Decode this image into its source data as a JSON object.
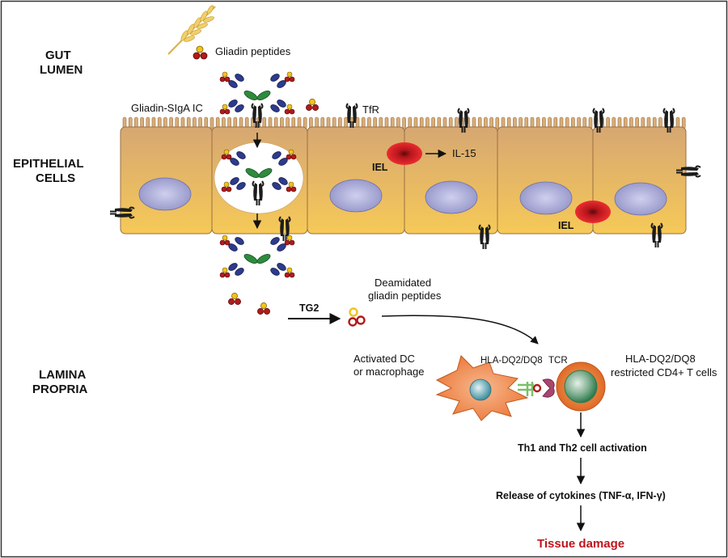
{
  "regions": {
    "gut_lumen": [
      "GUT",
      "LUMEN"
    ],
    "epithelial": [
      "EPITHELIAL",
      "CELLS"
    ],
    "lamina": [
      "LAMINA",
      "PROPRIA"
    ]
  },
  "labels": {
    "gliadin_peptides": "Gliadin peptides",
    "gliadin_sIgA_ic": "Gliadin-SIgA IC",
    "tfr": "TfR",
    "il15": "IL-15",
    "iel_1": "IEL",
    "iel_2": "IEL",
    "tg2": "TG2",
    "deamidated": [
      "Deamidated",
      "gliadin peptides"
    ],
    "activated_dc": [
      "Activated DC",
      "or macrophage"
    ],
    "hla_dq": "HLA-DQ2/DQ8",
    "tcr": "TCR",
    "cd4_cells": [
      "HLA-DQ2/DQ8",
      "restricted CD4+ T cells"
    ],
    "th_activation": "Th1 and Th2 cell activation",
    "cytokines": "Release of cytokines (TNF-α, IFN-γ)",
    "tissue_damage": "Tissue damage"
  },
  "colors": {
    "cell_top": "#d8ac73",
    "cell_bottom": "#f5c85a",
    "nucleus": "#a6a8d4",
    "iel": "#e0242c",
    "damage": "#c0141c",
    "peptide_red": "#b01b1b",
    "peptide_yellow": "#f0c419",
    "iga_blue": "#2e3a8c",
    "iga_green": "#2e8b3e"
  }
}
